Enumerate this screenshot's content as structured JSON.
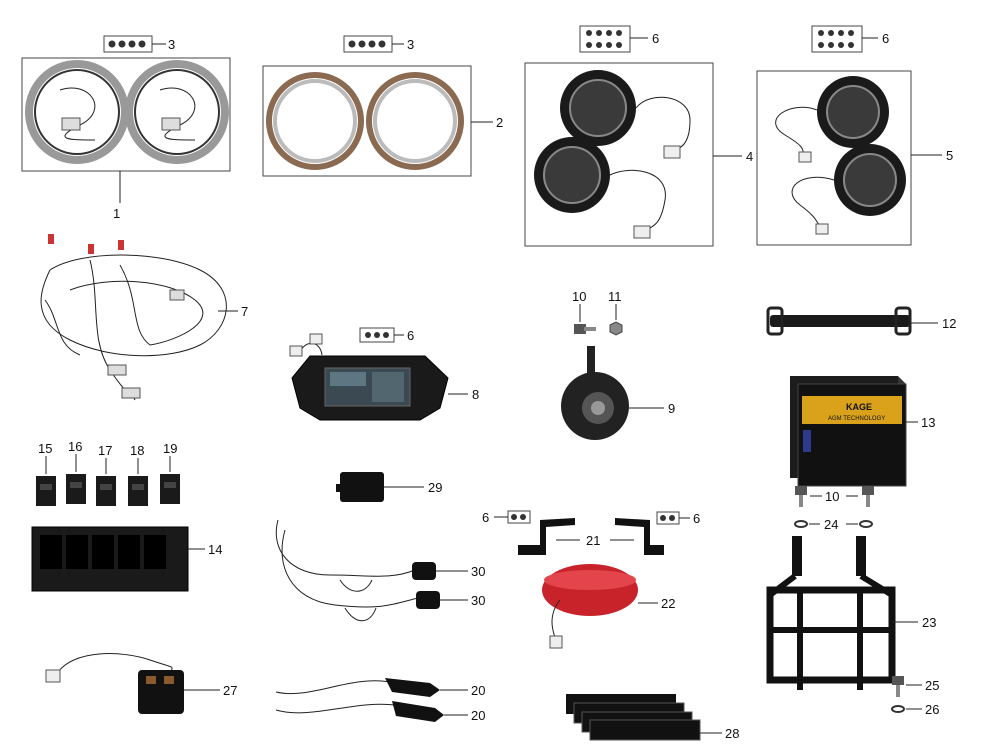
{
  "callouts": {
    "c1": "1",
    "c2": "2",
    "c3a": "3",
    "c3b": "3",
    "c4": "4",
    "c5": "5",
    "c6a": "6",
    "c6b": "6",
    "c6c": "6",
    "c6d": "6",
    "c6e": "6",
    "c7": "7",
    "c8": "8",
    "c9": "9",
    "c10a": "10",
    "c10b": "10",
    "c11": "11",
    "c12": "12",
    "c13": "13",
    "c14": "14",
    "c15": "15",
    "c16": "16",
    "c17": "17",
    "c18": "18",
    "c19": "19",
    "c20a": "20",
    "c20b": "20",
    "c21": "21",
    "c22": "22",
    "c23": "23",
    "c24": "24",
    "c25": "25",
    "c26": "26",
    "c27": "27",
    "c28": "28",
    "c29": "29",
    "c30a": "30",
    "c30b": "30"
  },
  "product_text": {
    "battery_brand": "KAGE",
    "battery_subtext": "AGM TECHNOLOGY"
  },
  "colors": {
    "metal_dark": "#1a1a1a",
    "chrome": "#a9a9a9",
    "tail_light_red": "#c8232b",
    "battery_label": "#d9a21a",
    "wire": "#111111"
  }
}
